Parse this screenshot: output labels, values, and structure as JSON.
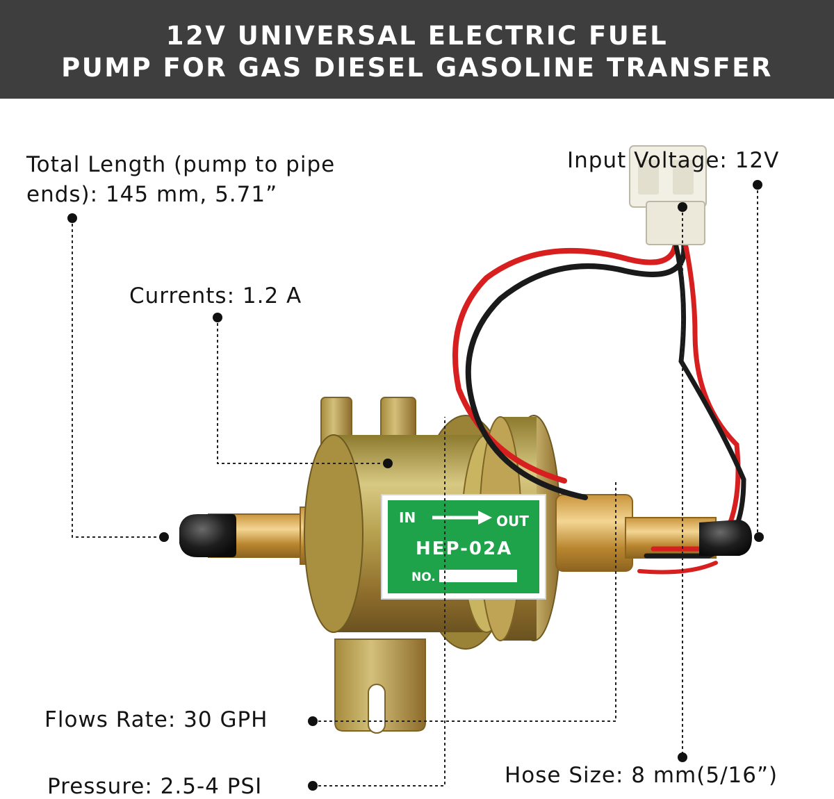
{
  "banner": {
    "line1": "12V UNIVERSAL ELECTRIC FUEL",
    "line2": "PUMP FOR GAS DIESEL GASOLINE TRANSFER"
  },
  "specs": {
    "total_length_line1": "Total Length (pump to pipe",
    "total_length_line2": "ends): 145 mm, 5.71”",
    "input_voltage": "Input Voltage: 12V",
    "currents": "Currents: 1.2 A",
    "flow_rate": "Flows Rate: 30 GPH",
    "pressure": "Pressure: 2.5-4 PSI",
    "hose_size": "Hose Size: 8 mm(5/16”)"
  },
  "plate": {
    "in": "IN",
    "out": "OUT",
    "model": "HEP-02A",
    "serial_prefix": "NO."
  },
  "colors": {
    "banner_bg": "#3e3e3e",
    "plate_green": "#1ea34a",
    "wire_red": "#d81f1f",
    "wire_black": "#1a1a1a"
  }
}
